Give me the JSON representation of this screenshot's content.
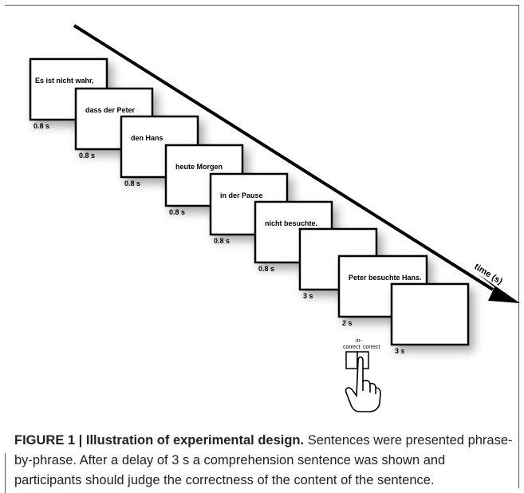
{
  "frames": [
    {
      "text": "Es ist nicht wahr,",
      "duration": "0.8 s"
    },
    {
      "text": "dass der Peter",
      "duration": "0.8 s"
    },
    {
      "text": "den Hans",
      "duration": "0.8 s"
    },
    {
      "text": "heute Morgen",
      "duration": "0.8 s"
    },
    {
      "text": "in der Pause",
      "duration": "0.8 s"
    },
    {
      "text": "nicht besuchte.",
      "duration": "0.8 s"
    },
    {
      "text": "",
      "duration": "3 s"
    },
    {
      "text": "Peter besuchte Hans.",
      "duration": "2 s"
    },
    {
      "text": "",
      "duration": "3 s"
    }
  ],
  "time_axis_label": "time (s)",
  "response_labels": {
    "incorrect": "in-correct",
    "correct": "correct"
  },
  "hand_icon": "pointing-hand-icon",
  "caption": {
    "lead": "FIGURE 1 | Illustration of experimental design.",
    "body": " Sentences were presented phrase-by-phrase. After a delay of 3 s a comprehension sentence was shown and participants should judge the correctness of the content of the sentence."
  }
}
